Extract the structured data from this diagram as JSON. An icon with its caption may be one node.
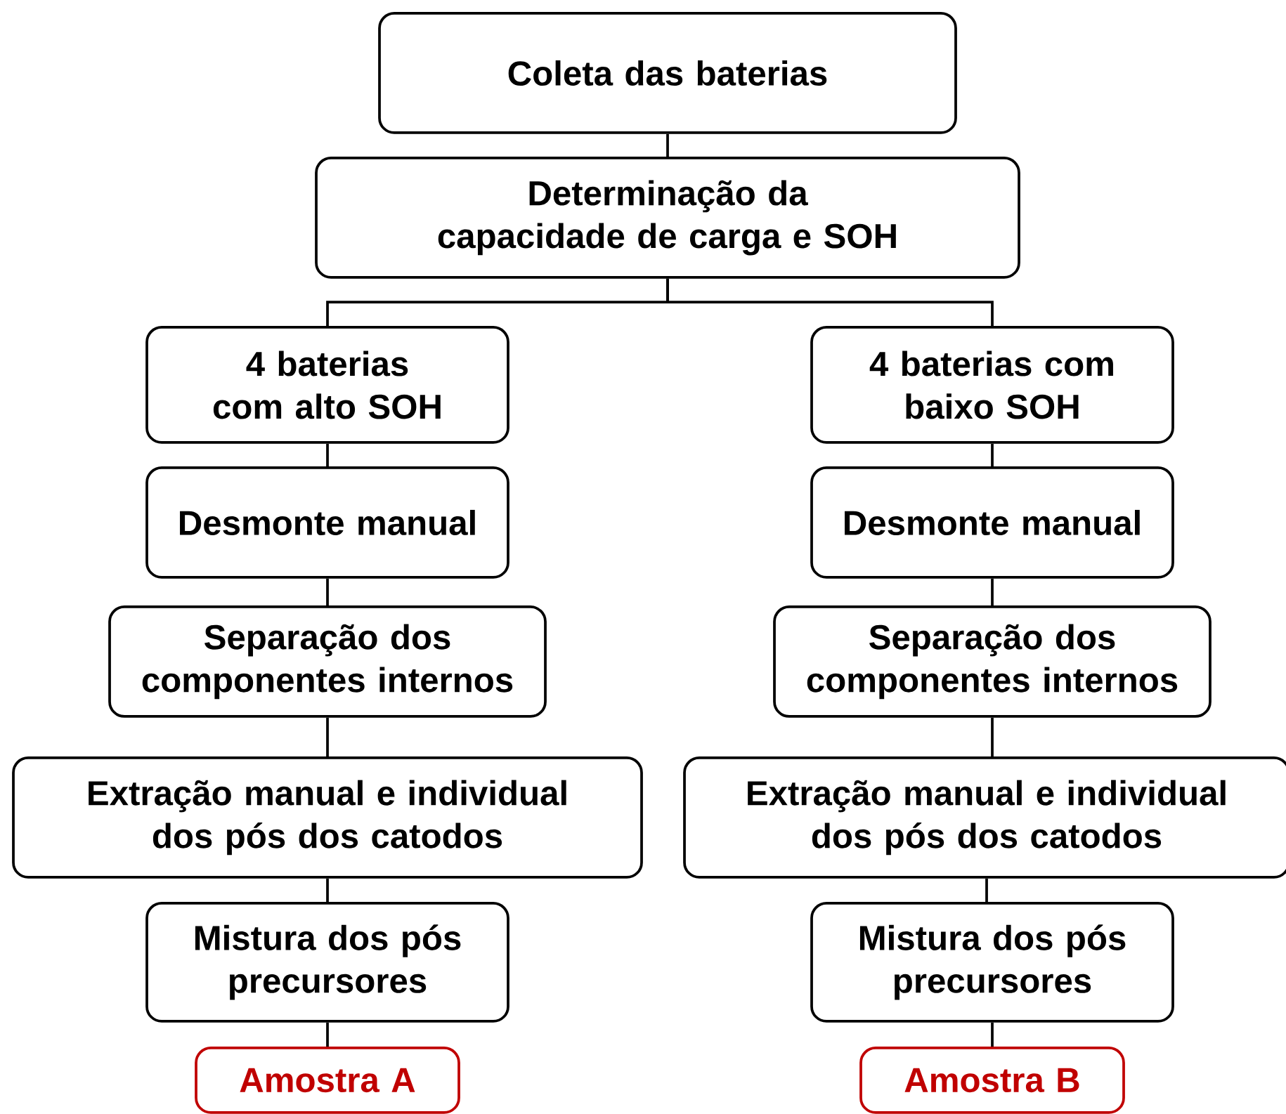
{
  "diagram": {
    "nodes": [
      {
        "text": [
          "Coleta das baterias"
        ]
      },
      {
        "text": [
          "Determinação da capacidade de carga e SOH"
        ]
      },
      {
        "text": [
          "4 baterias com alto SOH"
        ]
      },
      {
        "text": [
          "4 baterias com baixo SOH"
        ]
      },
      {
        "text": [
          "Desmonte manual"
        ]
      },
      {
        "text": [
          "Desmonte manual"
        ]
      },
      {
        "text": [
          "Separação dos componentes internos"
        ]
      },
      {
        "text": [
          "Separação dos componentes internos"
        ]
      },
      {
        "text": [
          "Extração manual e individual dos pós dos catodos"
        ]
      },
      {
        "text": [
          "Extração manual e individual dos pós dos catodos"
        ]
      },
      {
        "text": [
          "Mistura dos pós precursores"
        ]
      },
      {
        "text": [
          "Mistura dos pós precursores"
        ]
      },
      {
        "text": [
          "Amostra A"
        ]
      },
      {
        "text": [
          "Amostra B"
        ]
      }
    ],
    "edges": [
      {
        "from": 0,
        "to": 1,
        "arrow": "none"
      },
      {
        "from": 1,
        "to": 2,
        "arrow": "none"
      },
      {
        "from": 1,
        "to": 3,
        "arrow": "none"
      },
      {
        "from": 2,
        "to": 4,
        "arrow": "none"
      },
      {
        "from": 3,
        "to": 5,
        "arrow": "none"
      },
      {
        "from": 4,
        "to": 6,
        "arrow": "none"
      },
      {
        "from": 5,
        "to": 7,
        "arrow": "none"
      },
      {
        "from": 6,
        "to": 8,
        "arrow": "none"
      },
      {
        "from": 7,
        "to": 9,
        "arrow": "none"
      },
      {
        "from": 8,
        "to": 10,
        "arrow": "none"
      },
      {
        "from": 9,
        "to": 11,
        "arrow": "none"
      },
      {
        "from": 10,
        "to": 12,
        "arrow": "none"
      },
      {
        "from": 11,
        "to": 13,
        "arrow": "none"
      }
    ]
  }
}
